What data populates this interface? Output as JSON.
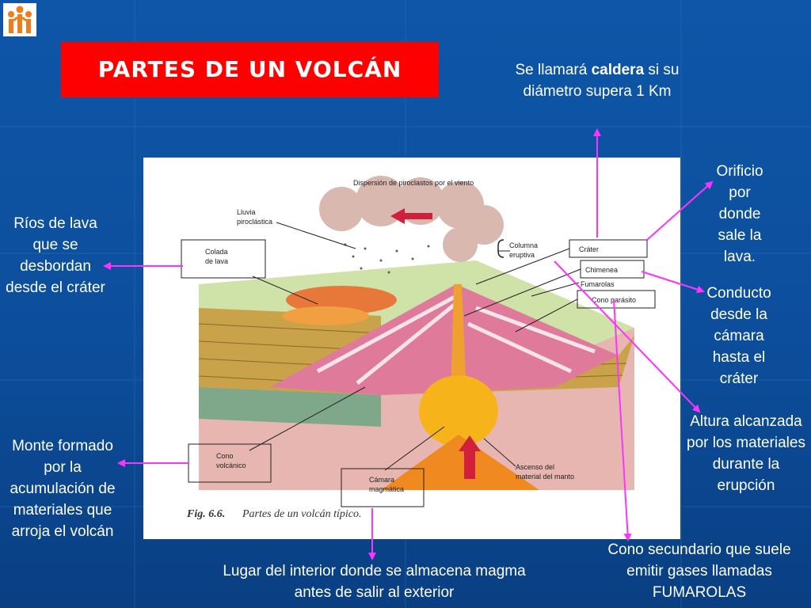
{
  "title": "PARTES DE UN VOLCÁN",
  "annotations": {
    "caldera_pre": "Se llamará ",
    "caldera_bold": "caldera",
    "caldera_post": " si su diámetro supera 1 Km",
    "orificio": "Orificio por donde sale la lava.",
    "rios": "Ríos de lava que se desbordan desde el cráter",
    "conducto": "Conducto desde la cámara hasta el cráter",
    "altura": "Altura alcanzada por los materiales durante la erupción",
    "monte": "Monte formado por la acumulación de materiales que arroja el volcán",
    "lugar": "Lugar del interior donde se almacena magma antes de salir al exterior",
    "cono_secundario": "Cono secundario que suele emitir gases llamadas FUMAROLAS"
  },
  "figure": {
    "dispersion": "Dispersión de piroclastos por el viento",
    "lluvia_1": "Lluvia",
    "lluvia_2": "piroclástica",
    "colada_1": "Colada",
    "colada_2": "de lava",
    "columna_1": "Columna",
    "columna_2": "eruptiva",
    "crater": "Cráter",
    "chimenea": "Chimenea",
    "fumarolas": "Fumarolas",
    "cono_parasito": "Cono parásito",
    "cono_1": "Cono",
    "cono_2": "volcánico",
    "camara_1": "Cámara",
    "camara_2": "magmática",
    "ascenso_1": "Ascenso del",
    "ascenso_2": "material del manto",
    "caption_num": "Fig. 6.6.",
    "caption_text": "Partes de un volcán típico."
  },
  "colors": {
    "background": "#0c4e9c",
    "title_box": "#ff0000",
    "arrow": "#ff33ff",
    "text": "#ffffff"
  }
}
